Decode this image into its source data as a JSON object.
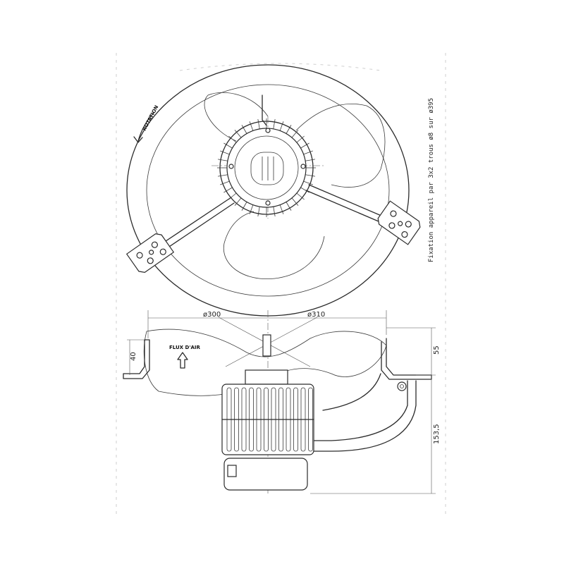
{
  "labels": {
    "rotation": "ROTATION",
    "fixation_note": "Fixation appareil par 3x2 trous ø8 sur ø395",
    "air_flow": "FLUX D'AIR"
  },
  "dimensions": {
    "blade_diameter": "ø300",
    "mount_diameter": "ø310",
    "bracket_height": "40",
    "top_height": "55",
    "motor_depth": "153,5"
  }
}
